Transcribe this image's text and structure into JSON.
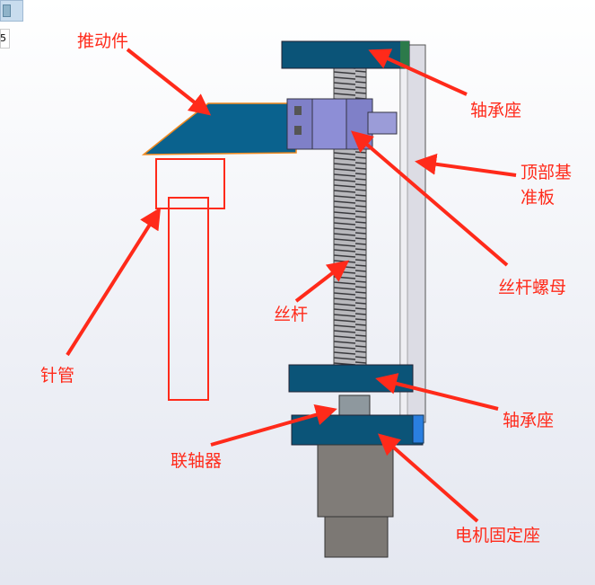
{
  "toolbar": {
    "fragment_text": "5"
  },
  "labels": {
    "pusher": "推动件",
    "top_bearing_seat": "轴承座",
    "base_plate_line1": "顶部基",
    "base_plate_line2": "准板",
    "screw_nut": "丝杆螺母",
    "lead_screw": "丝杆",
    "needle_tube": "针管",
    "lower_bearing_seat": "轴承座",
    "coupling": "联轴器",
    "motor_mount": "电机固定座"
  },
  "colors": {
    "annotation": "#ff2a1a",
    "part_blue": "#0b5478",
    "nut_purple": "#7f80c8",
    "motor_gray": "#807c78"
  }
}
